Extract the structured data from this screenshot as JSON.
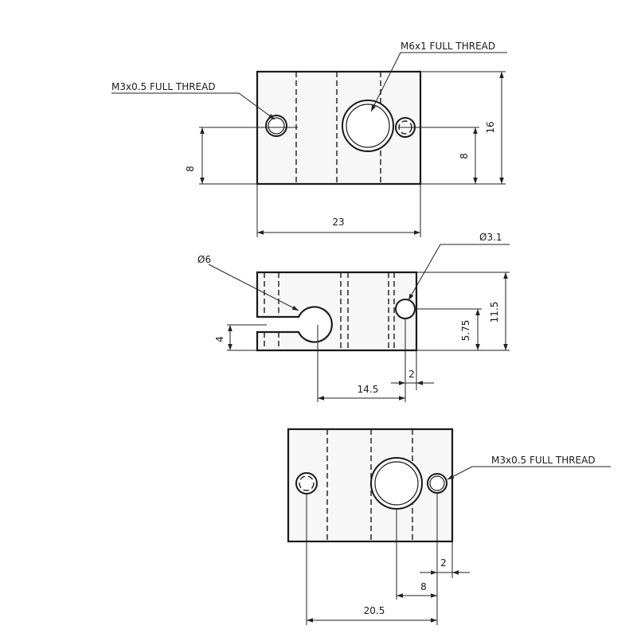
{
  "notes": {
    "m3_top": "M3x0.5 FULL THREAD",
    "m6": "M6x1 FULL THREAD",
    "m3_bottom": "M3x0.5 FULL THREAD",
    "dia6": "Ø6",
    "dia31": "Ø3.1"
  },
  "dims": {
    "top_left_8": "8",
    "top_right_8": "8",
    "top_16": "16",
    "top_23": "23",
    "mid_4": "4",
    "mid_575": "5.75",
    "mid_115": "11.5",
    "mid_2": "2",
    "mid_145": "14.5",
    "bot_2": "2",
    "bot_8": "8",
    "bot_205": "20.5"
  }
}
